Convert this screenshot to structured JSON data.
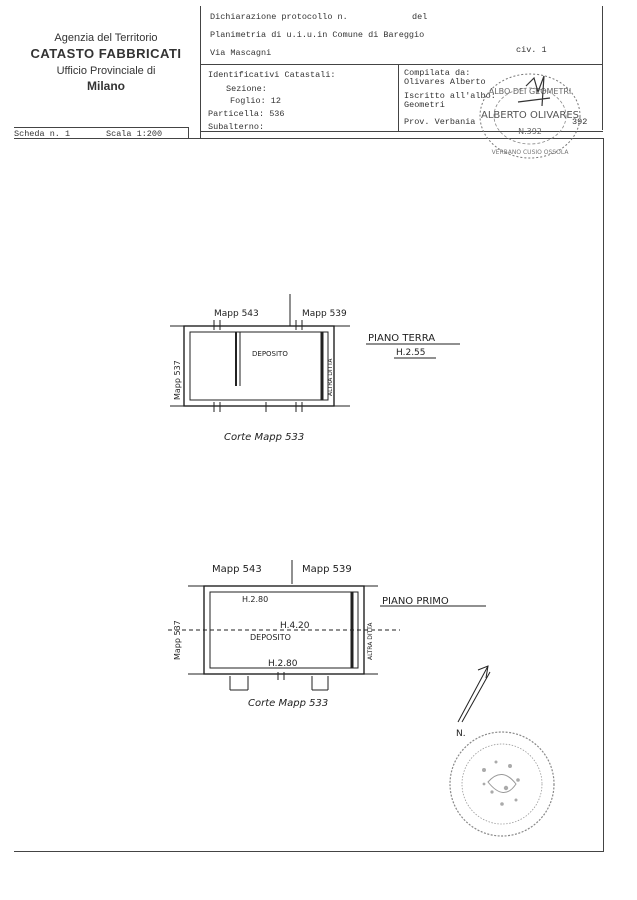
{
  "agency": {
    "line1": "Agenzia del Territorio",
    "line2": "CATASTO FABBRICATI",
    "line3": "Ufficio Provinciale di",
    "line4": "Milano"
  },
  "header": {
    "protocol_label": "Dichiarazione protocollo n.",
    "protocol_del": "del",
    "planimetria": "Planimetria di u.i.u.in Comune di Bareggio",
    "address": "Via Mascagni",
    "civic": "civ. 1"
  },
  "catasto": {
    "title": "Identificativi Catastali:",
    "sezione": "Sezione:",
    "foglio": "Foglio: 12",
    "particella": "Particella: 536",
    "subalterno": "Subalterno:"
  },
  "compiler": {
    "compilata": "Compilata da:",
    "name": "Olivares Alberto",
    "iscritto": "Iscritto all'albo:",
    "albo": "Geometri",
    "prov": "Prov. Verbania",
    "number": "392"
  },
  "scheda": {
    "label": "Scheda n. 1",
    "scale": "Scala 1:200"
  },
  "plan_ground": {
    "north_map": "Mapp 543",
    "north_map2": "Mapp 539",
    "west_map": "Mapp 537",
    "room": "DEPOSITO",
    "east": "ALTRA DITTA",
    "south": "Corte Mapp 533",
    "title": "PIANO TERRA",
    "height": "H.2.55"
  },
  "plan_first": {
    "north_map": "Mapp 543",
    "north_map2": "Mapp 539",
    "west_map": "Mapp 537",
    "room": "DEPOSITO",
    "h_top": "H.2.80",
    "h_mid": "H.4.20",
    "h_bottom": "H.2.80",
    "east": "ALTRA DITTA",
    "south": "Corte Mapp 533",
    "title": "PIANO PRIMO"
  },
  "north_arrow": {
    "label": "N."
  },
  "stamp": {
    "text": "ALBO DEI GEOMETRI",
    "name": "ALBERTO OLIVARES",
    "number": "N.392",
    "province": "VERBANO CUSIO OSSOLA"
  }
}
